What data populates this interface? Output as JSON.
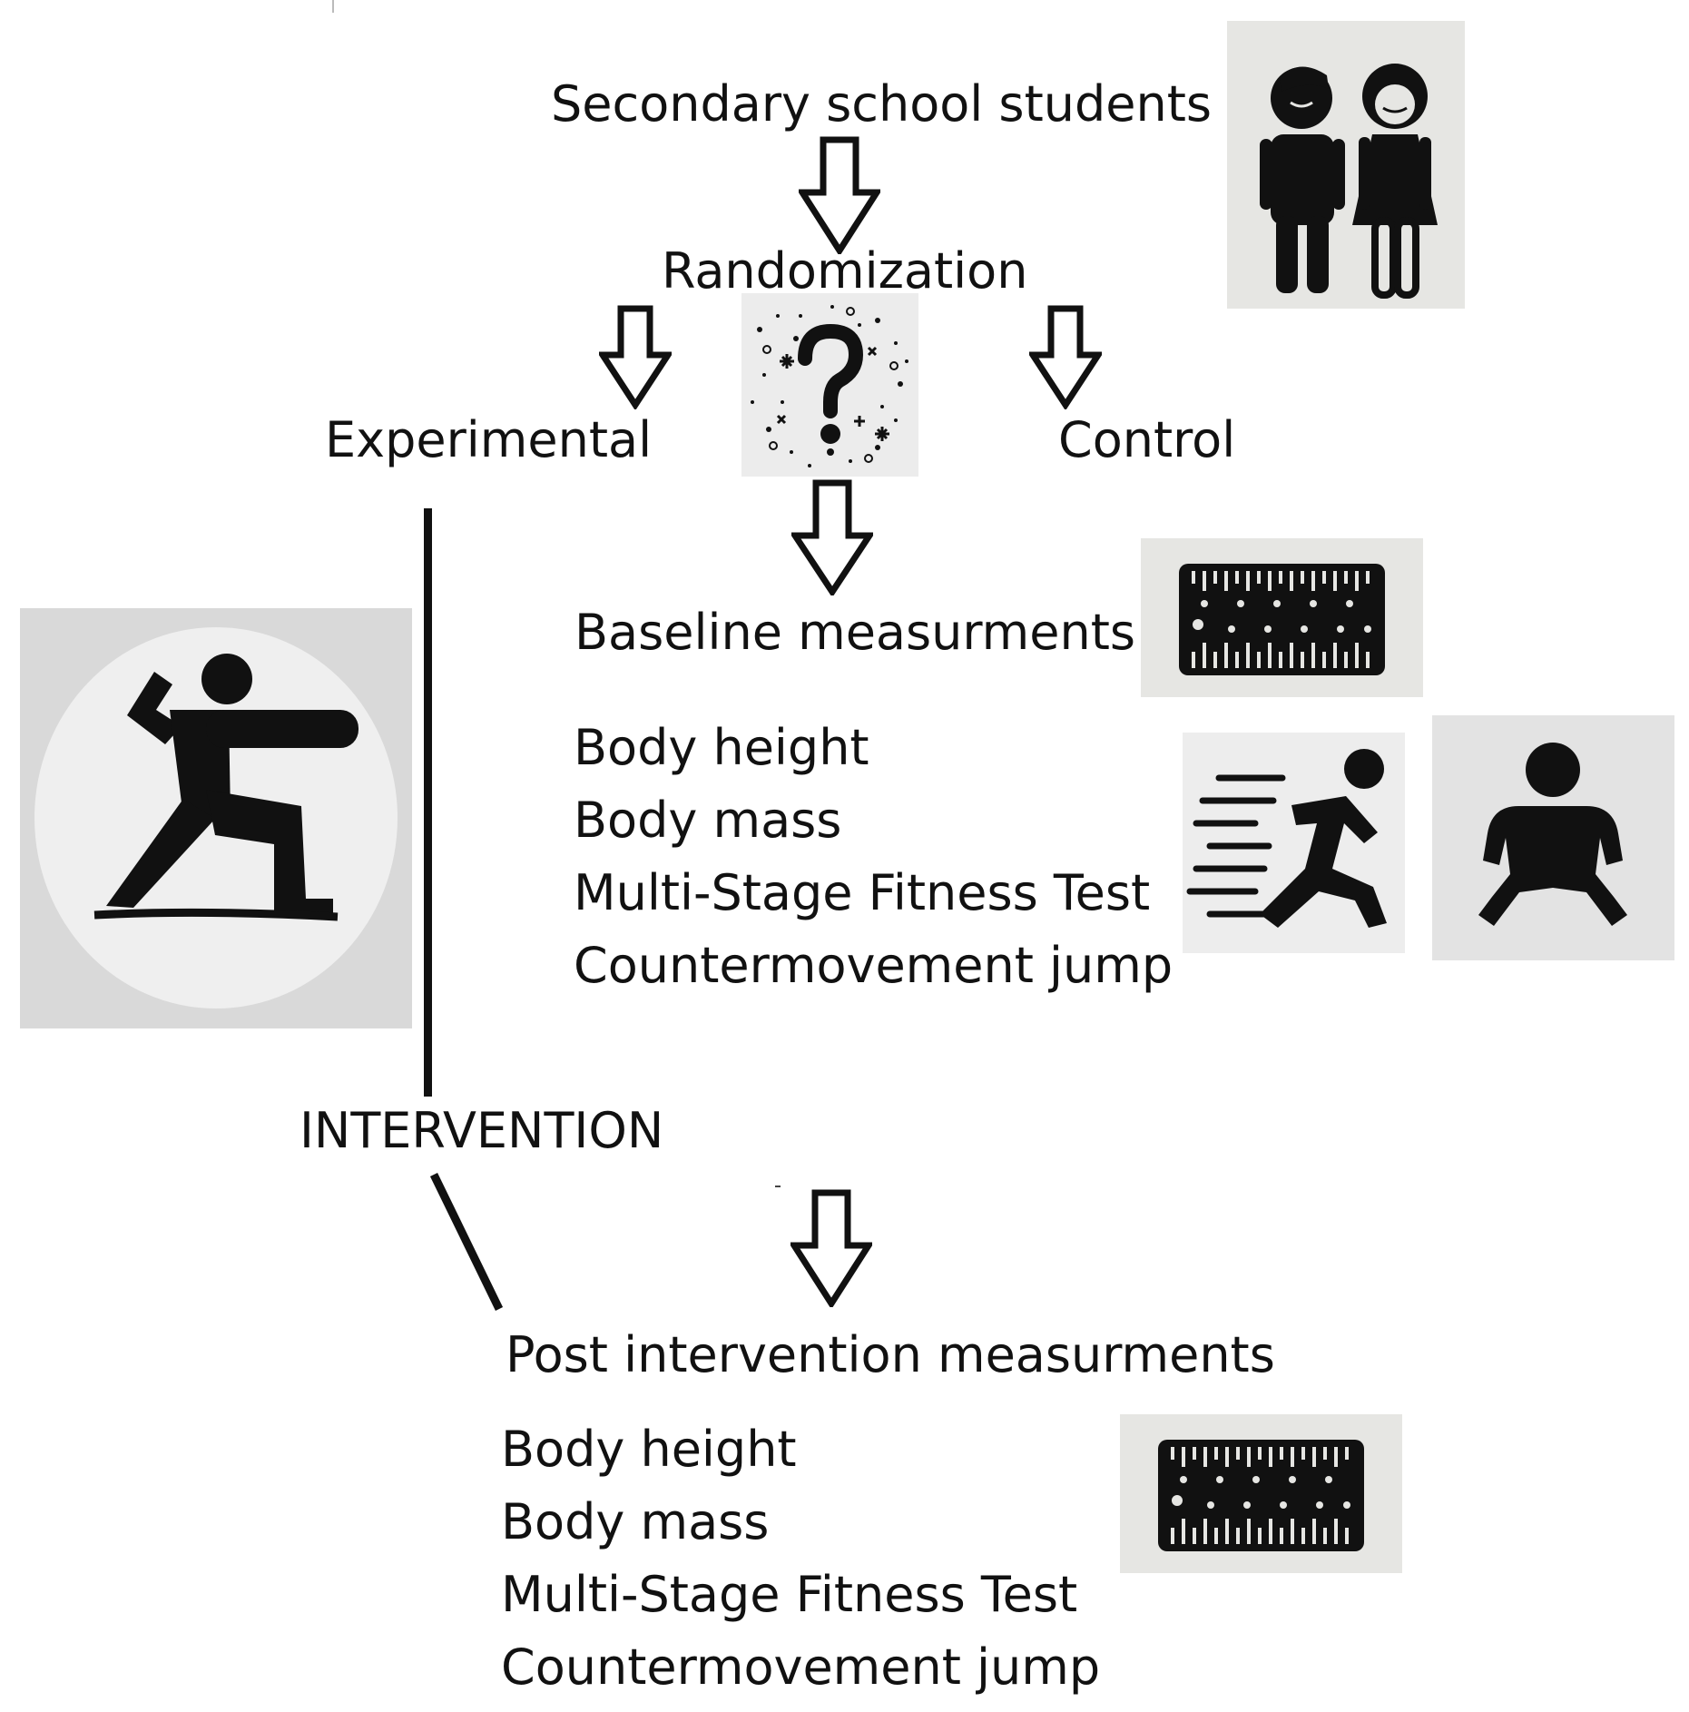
{
  "nodes": {
    "top": "Secondary school students",
    "randomization": "Randomization",
    "experimental": "Experimental",
    "control": "Control",
    "baseline": "Baseline measurments",
    "intervention": "INTERVENTION",
    "post": "Post intervention measurments"
  },
  "baseline_items": [
    "Body height",
    "Body mass",
    "Multi-Stage Fitness Test",
    "Countermovement jump"
  ],
  "post_items": [
    "Body height",
    "Body mass",
    "Multi-Stage Fitness Test",
    "Countermovement jump"
  ],
  "icons": [
    "students-icon",
    "randomization-icon",
    "ruler-icon",
    "yoga-pose-icon",
    "running-icon",
    "jump-icon"
  ]
}
